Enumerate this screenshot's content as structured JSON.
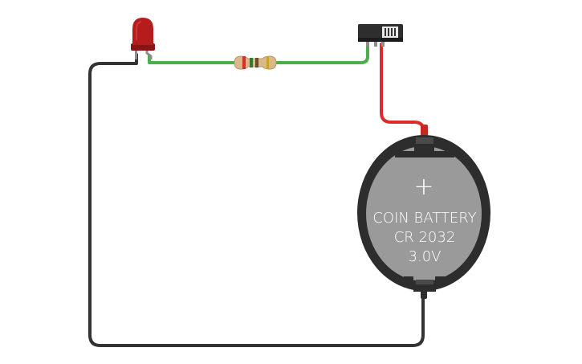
{
  "circuit": {
    "battery": {
      "plus_symbol": "+",
      "line1": "COIN BATTERY",
      "line2": "CR 2032",
      "line3": "3.0V"
    }
  },
  "colors": {
    "background": "#ffffff",
    "wire_black": "#333333",
    "wire_green": "#4cae48",
    "wire_red": "#dd2b2b",
    "led": "#b71c1c",
    "resistor_body": "#d9b98a",
    "switch": "#2e2e2e",
    "battery_holder": "#2d2d2d",
    "battery_cell": "#9a9a9a"
  }
}
